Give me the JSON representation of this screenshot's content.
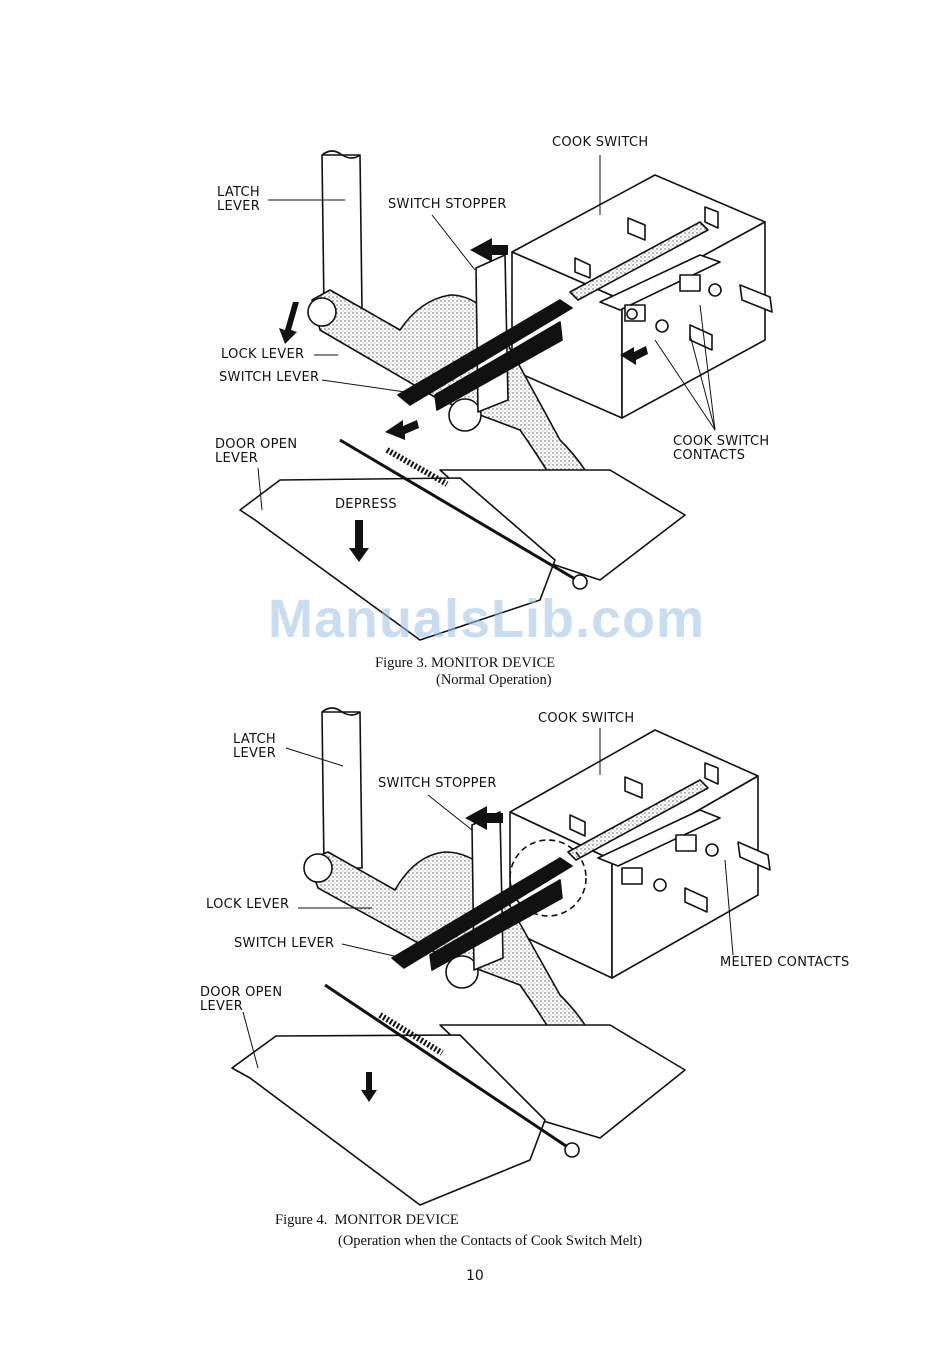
{
  "figure3": {
    "labels": {
      "latch_lever": "LATCH\nLEVER",
      "switch_stopper": "SWITCH STOPPER",
      "cook_switch": "COOK SWITCH",
      "lock_lever": "LOCK LEVER",
      "switch_lever": "SWITCH LEVER",
      "door_open_lever": "DOOR OPEN\nLEVER",
      "depress": "DEPRESS",
      "cook_switch_contacts": "COOK SWITCH\nCONTACTS"
    },
    "caption_line1": "Figure 3. MONITOR DEVICE",
    "caption_line2": "(Normal Operation)"
  },
  "figure4": {
    "labels": {
      "latch_lever": "LATCH\nLEVER",
      "switch_stopper": "SWITCH STOPPER",
      "cook_switch": "COOK SWITCH",
      "lock_lever": "LOCK LEVER",
      "switch_lever": "SWITCH LEVER",
      "door_open_lever": "DOOR OPEN\nLEVER",
      "melted_contacts": "MELTED CONTACTS"
    },
    "caption_line1": "Figure 4.  MONITOR DEVICE",
    "caption_line2": "(Operation when the Contacts of Cook Switch Melt)"
  },
  "watermark": "ManualsLib.com",
  "page_number": "10"
}
